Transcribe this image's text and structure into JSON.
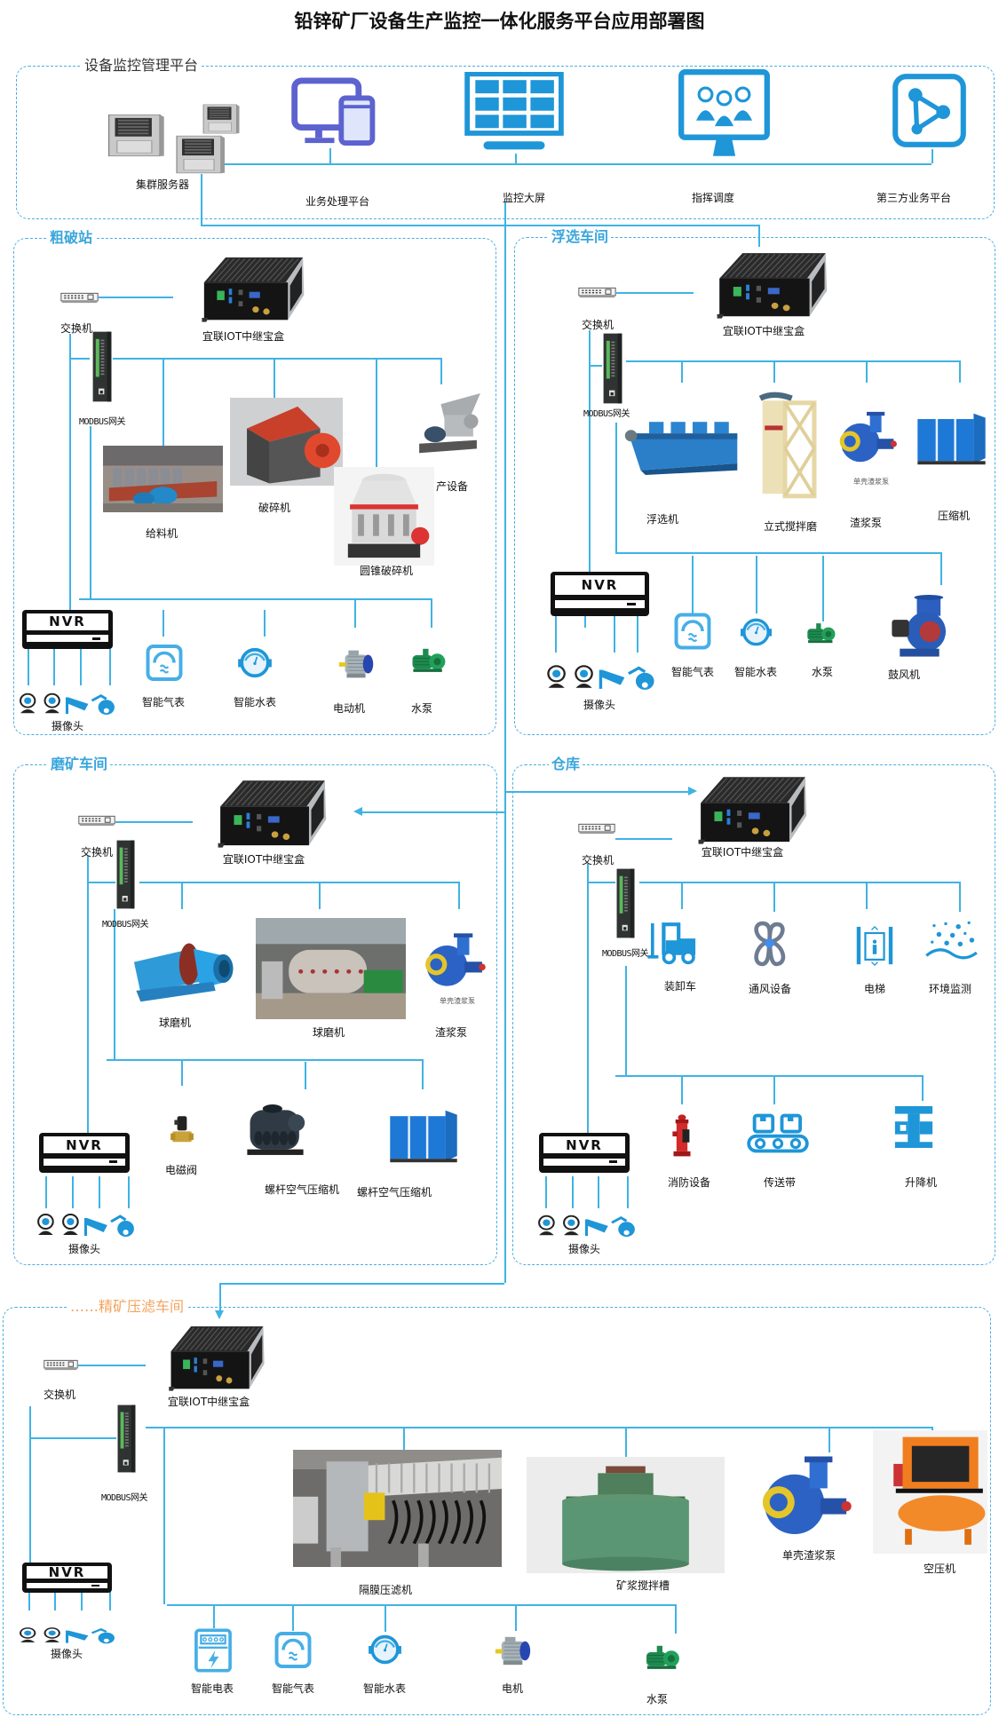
{
  "title": "铅锌矿厂设备生产监控一体化服务平台应用部署图",
  "nvr_label": "NVR",
  "colors": {
    "line": "#3fb3e3",
    "border": "#4aaee0",
    "icon": "#1e96d8",
    "accent_orange": "#f2a35e"
  },
  "platform": {
    "title": "设备监控管理平台",
    "server": "集群服务器",
    "items": [
      "业务处理平台",
      "监控大屏",
      "指挥调度",
      "第三方业务平台"
    ]
  },
  "crushing": {
    "title": "粗破站",
    "iot": "宜联IOT中继宝盒",
    "switch": "交换机",
    "modbus": "MODBUS网关",
    "camera": "摄像头",
    "devices": [
      "给料机",
      "破碎机",
      "圆锥破碎机",
      "产设备",
      "智能气表",
      "智能水表",
      "电动机",
      "水泵"
    ]
  },
  "flotation": {
    "title": "浮选车间",
    "iot": "宜联IOT中继宝盒",
    "switch": "交换机",
    "modbus": "MODBUS网关",
    "camera": "摄像头",
    "pump_caption": "单壳渣浆泵",
    "devices": [
      "浮选机",
      "立式搅拌磨",
      "渣浆泵",
      "压缩机",
      "智能气表",
      "智能水表",
      "水泵",
      "鼓风机"
    ]
  },
  "grinding": {
    "title": "磨矿车间",
    "iot": "宜联IOT中继宝盒",
    "switch": "交换机",
    "modbus": "MODBUS网关",
    "camera": "摄像头",
    "pump_caption": "单壳渣浆泵",
    "devices": [
      "球磨机",
      "球磨机",
      "渣浆泵",
      "电磁阀",
      "螺杆空气压缩机",
      "螺杆空气压缩机"
    ]
  },
  "warehouse": {
    "title": "仓库",
    "iot": "宜联IOT中继宝盒",
    "switch": "交换机",
    "modbus": "MODBUS网关",
    "camera": "摄像头",
    "devices": [
      "装卸车",
      "通风设备",
      "电梯",
      "环境监测",
      "消防设备",
      "传送带",
      "升降机"
    ]
  },
  "filtration": {
    "title": "……精矿压滤车间",
    "iot": "宜联IOT中继宝盒",
    "switch": "交换机",
    "modbus": "MODBUS网关",
    "camera": "摄像头",
    "devices": [
      "隔膜压滤机",
      "矿浆搅拌槽",
      "单壳渣浆泵",
      "空压机",
      "智能电表",
      "智能气表",
      "智能水表",
      "电机",
      "水泵"
    ]
  }
}
